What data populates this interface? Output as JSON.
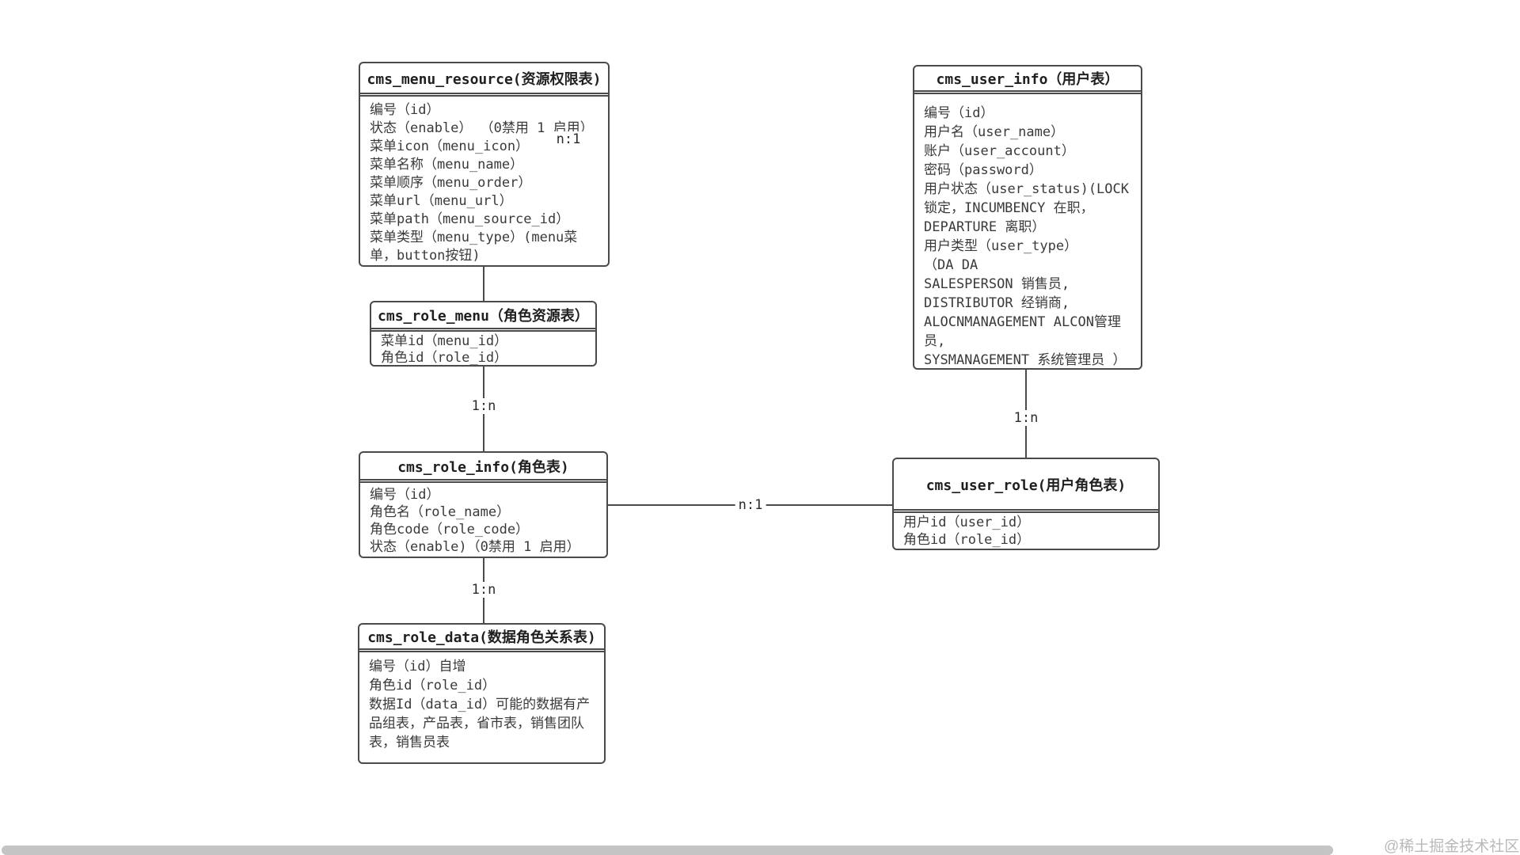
{
  "diagram": {
    "tables": [
      {
        "title": "cms_menu_resource(资源权限表)",
        "fields": [
          "编号（id）",
          "状态（enable） （0禁用 1 启用）",
          "菜单icon（menu_icon）",
          "菜单名称（menu_name）",
          "菜单顺序（menu_order）",
          "菜单url（menu_url）",
          "菜单path（menu_source_id）",
          "菜单类型（menu_type）(menu菜单，button按钮)"
        ]
      },
      {
        "title": "cms_role_menu（角色资源表）",
        "fields": [
          "菜单id（menu_id）",
          "角色id（role_id）"
        ]
      },
      {
        "title": "cms_role_info(角色表)",
        "fields": [
          "编号（id）",
          "角色名（role_name）",
          "角色code（role_code）",
          "状态（enable)（0禁用 1 启用）"
        ]
      },
      {
        "title": "cms_role_data(数据角色关系表)",
        "fields": [
          "编号（id）自增",
          "角色id（role_id）",
          "数据Id（data_id）可能的数据有产品组表，产品表，省市表，销售团队表，销售员表"
        ]
      },
      {
        "title": "cms_user_info（用户表）",
        "fields": [
          "编号（id）",
          "用户名（user_name）",
          "账户（user_account）",
          "密码（password）",
          "用户状态（user_status)(LOCK 锁定，INCUMBENCY 在职，DEPARTURE 离职）",
          "用户类型（user_type）",
          "（DA DA",
          "SALESPERSON 销售员,",
          "DISTRIBUTOR 经销商,",
          "ALOCNMANAGEMENT ALCON管理员,",
          "SYSMANAGEMENT 系统管理员 ）"
        ]
      },
      {
        "title": "cms_user_role(用户角色表)",
        "fields": [
          "用户id（user_id）",
          "角色id（role_id）"
        ]
      }
    ],
    "relations": {
      "menu_resource_stray": "n:1",
      "role_menu_to_role_info": "1:n",
      "role_info_to_role_data": "1:n",
      "role_info_to_user_role": "n:1",
      "user_info_to_user_role": "1:n"
    }
  },
  "watermark": "@稀土掘金技术社区",
  "colors": {
    "line": "#4a4a4a",
    "text": "#3a3a3a",
    "scrollbar": "#c4c4c4",
    "watermark": "#b9b9b9"
  }
}
